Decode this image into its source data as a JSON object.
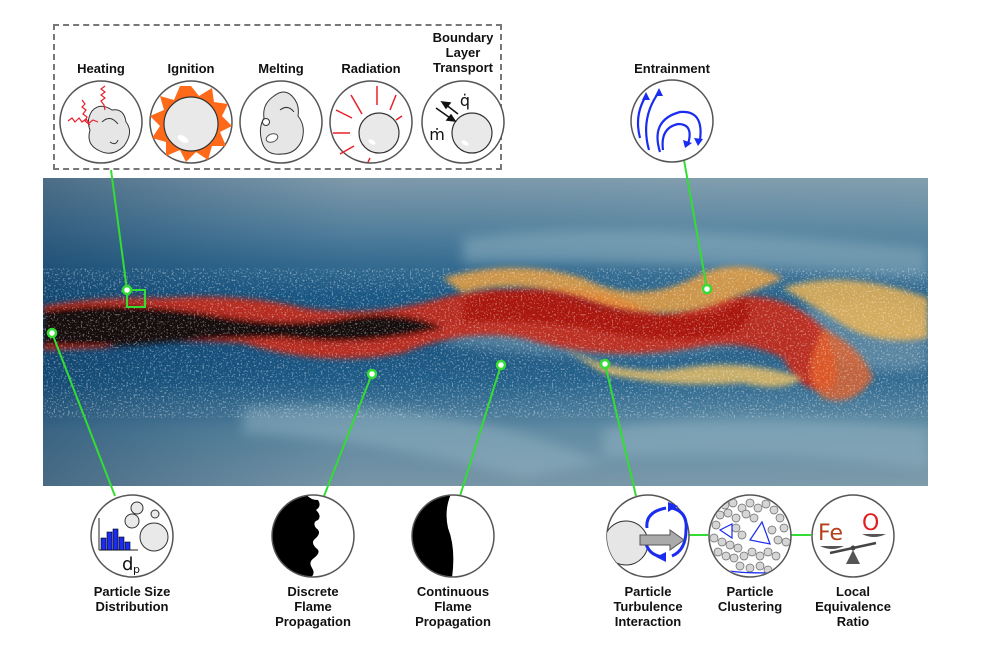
{
  "top_group": {
    "items": [
      {
        "id": "heating",
        "label": "Heating"
      },
      {
        "id": "ignition",
        "label": "Ignition"
      },
      {
        "id": "melting",
        "label": "Melting"
      },
      {
        "id": "radiation",
        "label": "Radiation"
      },
      {
        "id": "boundary",
        "label": "Boundary\nLayer\nTransport"
      }
    ],
    "boundary_symbols": {
      "heat_flux": "q̇",
      "mass_flux": "ṁ"
    }
  },
  "entrainment": {
    "label": "Entrainment"
  },
  "bottom": {
    "psd": {
      "label": "Particle Size\nDistribution",
      "symbol": "d",
      "subscript": "p"
    },
    "discrete": {
      "label": "Discrete\nFlame\nPropagation"
    },
    "continuous": {
      "label": "Continuous\nFlame\nPropagation"
    },
    "turbulence": {
      "label": "Particle\nTurbulence\nInteraction"
    },
    "clustering": {
      "label": "Particle\nClustering"
    },
    "equivalence": {
      "label": "Local\nEquivalence\nRatio",
      "fuel": "Fe",
      "oxidizer": "O"
    }
  },
  "colors": {
    "leader_line": "#33dd33",
    "circle_stroke": "#555555",
    "flame_orange": "#ff6a1a",
    "radiation_red": "#e8202a",
    "flow_blue": "#1a2cf0",
    "fe_color": "#b5401e",
    "o_color": "#e0201e",
    "field_dark": "#0d3d66",
    "field_light": "#8ea6b2"
  }
}
